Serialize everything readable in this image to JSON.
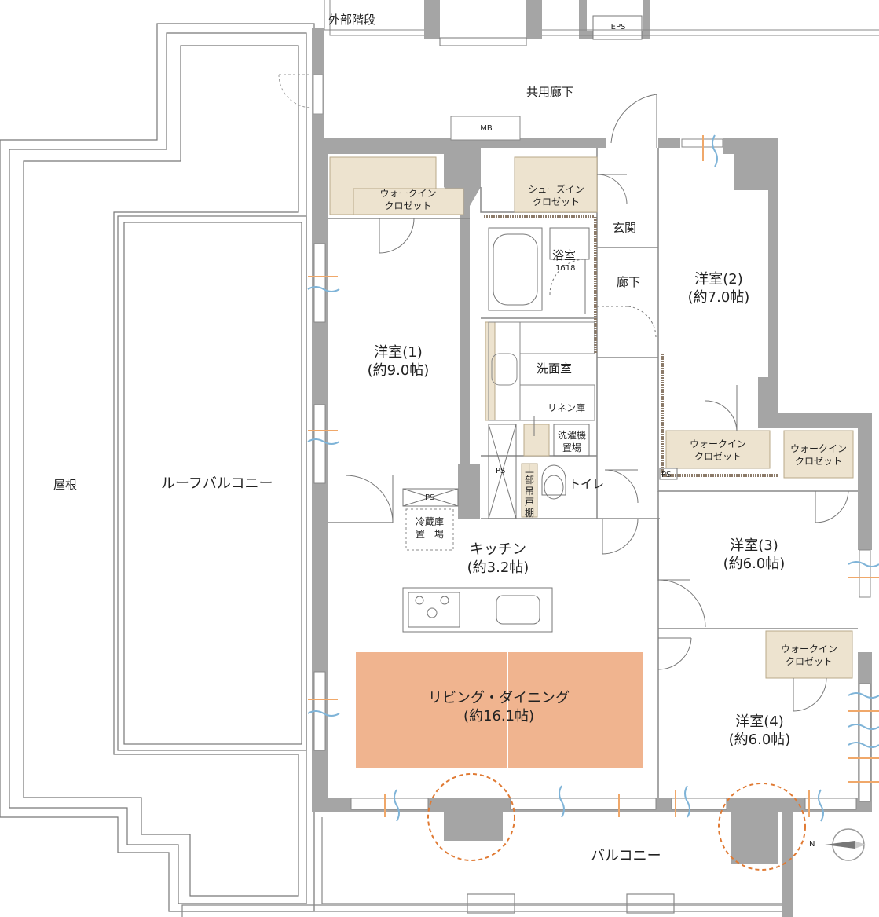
{
  "labels": {
    "exterior_stairs": "外部階段",
    "eps": "EPS",
    "common_corridor": "共用廊下",
    "mb": "MB",
    "entrance": "玄関",
    "hallway": "廊下",
    "bathroom": "浴室",
    "bath_size": "1618",
    "washroom": "洗面室",
    "linen": "リネン庫",
    "washer_line1": "洗濯機",
    "washer_line2": "置場",
    "ps": "PS",
    "toilet": "トイレ",
    "upper_cabinet": "上部吊戸棚",
    "fridge_line1": "冷蔵庫",
    "fridge_line2": "置　場",
    "roof": "屋根",
    "roof_balcony": "ルーフバルコニー",
    "balcony": "バルコニー",
    "compass_n": "N"
  },
  "closets": {
    "walk_in_line1": "ウォークイン",
    "walk_in_line2": "クロゼット",
    "shoes_line1": "シューズイン",
    "shoes_line2": "クロゼット"
  },
  "rooms": {
    "western1": {
      "name": "洋室(1)",
      "size": "(約9.0帖)"
    },
    "western2": {
      "name": "洋室(2)",
      "size": "(約7.0帖)"
    },
    "western3": {
      "name": "洋室(3)",
      "size": "(約6.0帖)"
    },
    "western4": {
      "name": "洋室(4)",
      "size": "(約6.0帖)"
    },
    "kitchen": {
      "name": "キッチン",
      "size": "(約3.2帖)"
    },
    "living": {
      "name": "リビング・ダイニング",
      "size": "(約16.1帖)"
    }
  },
  "colors": {
    "wall": "#a5a5a5",
    "closet": "#ede3cf",
    "living": "#f0b48f",
    "highlight_circle": "#e07a33",
    "wind_orange": "#f0a86a",
    "wind_blue": "#7fb4d8"
  }
}
